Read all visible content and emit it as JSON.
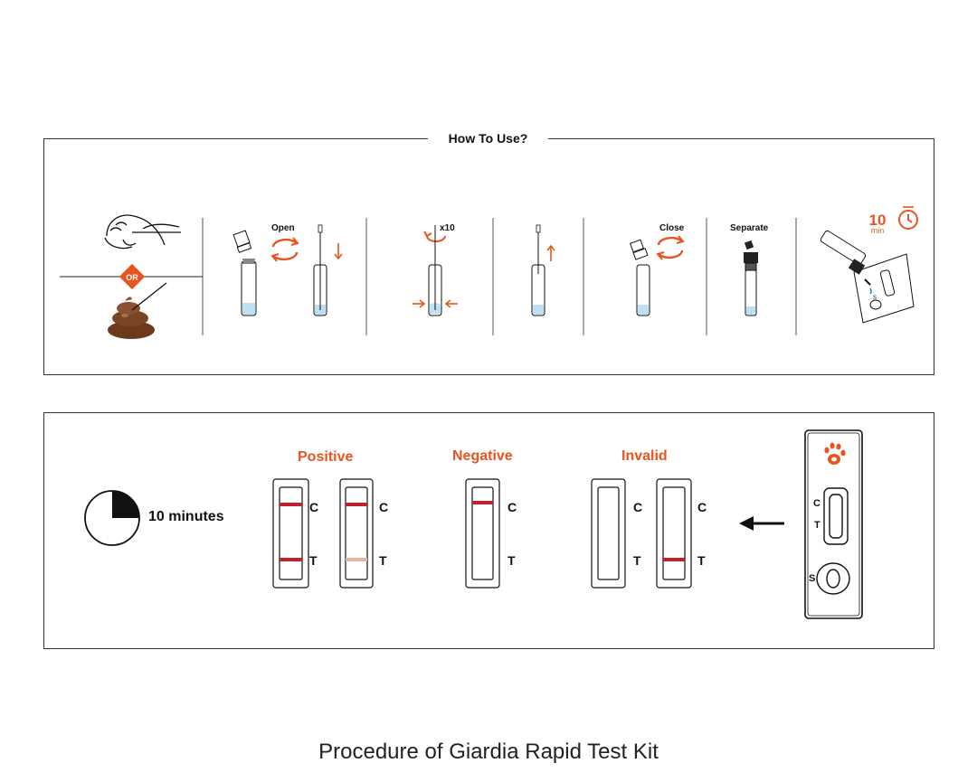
{
  "procedure": {
    "title": "How To Use?",
    "or_label": "OR",
    "open_label": "Open",
    "rotate_count": "x10",
    "close_label": "Close",
    "separate_label": "Separate",
    "wait_number": "10",
    "wait_unit": "min"
  },
  "results": {
    "timer_label": "10 minutes",
    "positive_label": "Positive",
    "negative_label": "Negative",
    "invalid_label": "Invalid",
    "c": "C",
    "t": "T",
    "s": "S"
  },
  "caption": "Procedure of Giardia Rapid Test Kit",
  "colors": {
    "accent": "#e8541f",
    "control_line": "#c0202b",
    "faint_line": "#e7b3a7",
    "buffer": "#bfe0f2",
    "feces": "#6b3a1c",
    "border": "#333333"
  }
}
